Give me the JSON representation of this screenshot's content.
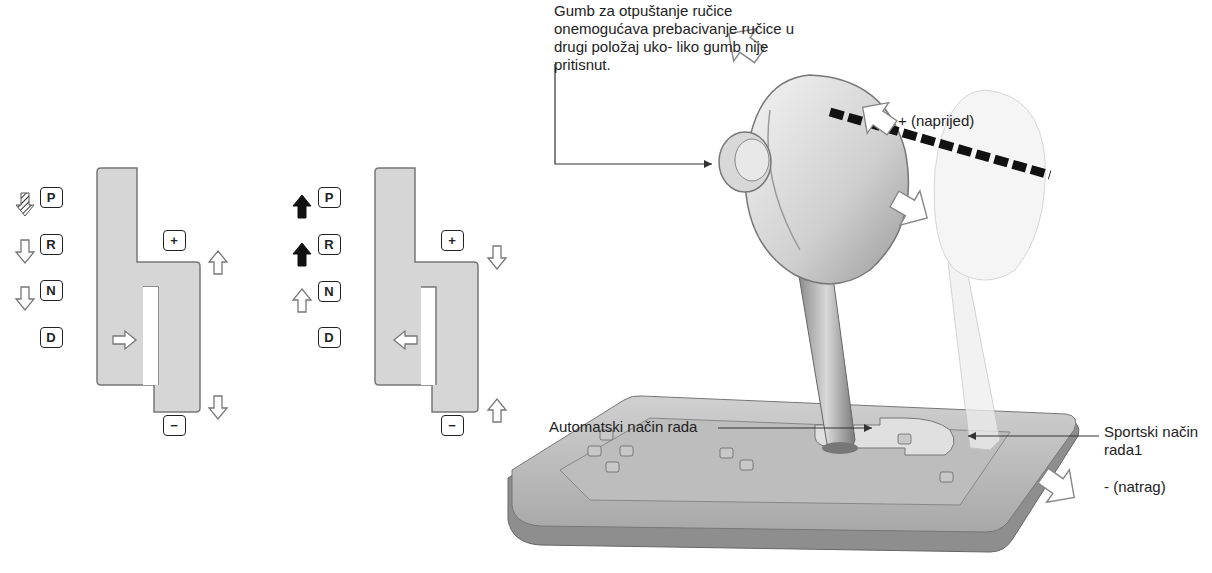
{
  "diagram": {
    "nodes": [
      {
        "text": [
          "P"
        ]
      },
      {
        "text": [
          "R"
        ]
      },
      {
        "text": [
          "N"
        ]
      },
      {
        "text": [
          "D"
        ]
      },
      {
        "text": [
          "+"
        ]
      },
      {
        "text": [
          "−"
        ]
      },
      {
        "text": [
          "P"
        ]
      },
      {
        "text": [
          "R"
        ]
      },
      {
        "text": [
          "N"
        ]
      },
      {
        "text": [
          "D"
        ]
      },
      {
        "text": [
          "+"
        ]
      },
      {
        "text": [
          "−"
        ]
      }
    ],
    "labels": [
      "Gumb za otpuštanje ručice onemogućava prebacivanje ručice u drugi položaj uko- liko gumb nije pritisnut.",
      "+ (naprijed)",
      "Automatski način rada",
      "Sportski način rada1",
      "- (natrag)"
    ]
  }
}
